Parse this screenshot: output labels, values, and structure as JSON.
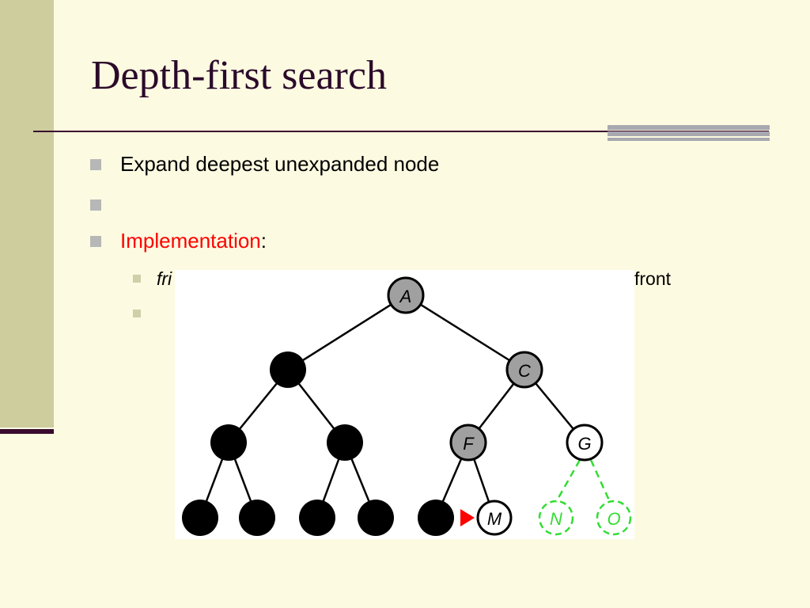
{
  "slide": {
    "title": "Depth-first search",
    "bullets": [
      {
        "text": "Expand deepest unexpanded node"
      },
      {
        "text": ""
      },
      {
        "label": "Implementation",
        "suffix": ":"
      }
    ],
    "sub_bullets": [
      {
        "lead": "fri",
        "tail": "front"
      },
      {
        "text": ""
      }
    ]
  },
  "tree": {
    "labels": {
      "A": "A",
      "C": "C",
      "F": "F",
      "G": "G",
      "M": "M",
      "N": "N",
      "O": "O"
    },
    "colors": {
      "expanded": "#000000",
      "frontier": "#a0a0a0",
      "current": "#ffffff",
      "unexplored": "#33dd33",
      "marker": "#ff0000"
    }
  }
}
